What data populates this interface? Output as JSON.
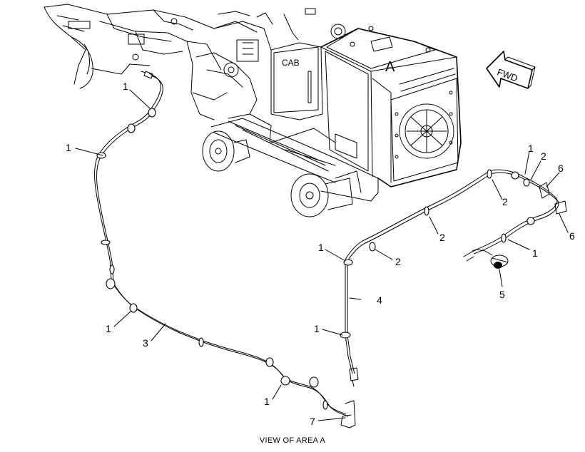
{
  "machine": {
    "cab_label": "CAB",
    "area_label": "A",
    "fwd_label": "FWD"
  },
  "callouts": [
    {
      "id": "c1a",
      "text": "1"
    },
    {
      "id": "c1b",
      "text": "1"
    },
    {
      "id": "c1c",
      "text": "1"
    },
    {
      "id": "c1d",
      "text": "1"
    },
    {
      "id": "c1e",
      "text": "1"
    },
    {
      "id": "c1f",
      "text": "1"
    },
    {
      "id": "c1g",
      "text": "1"
    },
    {
      "id": "c1h",
      "text": "1"
    },
    {
      "id": "c2a",
      "text": "2"
    },
    {
      "id": "c2b",
      "text": "2"
    },
    {
      "id": "c2c",
      "text": "2"
    },
    {
      "id": "c2d",
      "text": "2"
    },
    {
      "id": "c3",
      "text": "3"
    },
    {
      "id": "c4",
      "text": "4"
    },
    {
      "id": "c5",
      "text": "5"
    },
    {
      "id": "c6a",
      "text": "6"
    },
    {
      "id": "c6b",
      "text": "6"
    },
    {
      "id": "c7",
      "text": "7"
    }
  ],
  "caption": "VIEW OF AREA A"
}
